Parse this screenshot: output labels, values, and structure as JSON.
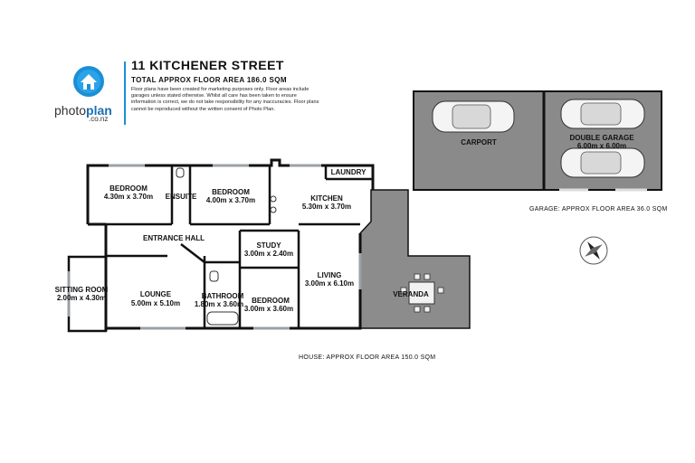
{
  "brand": {
    "name_part1": "photo",
    "name_part2": "plan",
    "domain": ".co.nz",
    "accent": "#1b8fd6"
  },
  "header": {
    "address": "11 KITCHENER STREET",
    "total_area": "TOTAL APPROX FLOOR AREA 186.0 SQM",
    "disclaimer": "Floor plans have been created for marketing purposes only. Floor areas include garages unless stated otherwise. Whilst all care has been taken to ensure information is correct, we do not take responsibility for any inaccuracies. Floor plans cannot be reproduced without the written consent of Photo Plan."
  },
  "rooms": {
    "bedroom1": {
      "name": "BEDROOM",
      "dims": "4.30m  x 3.70m"
    },
    "ensuite": {
      "name": "ENSUITE"
    },
    "bedroom2": {
      "name": "BEDROOM",
      "dims": "4.00m  x 3.70m"
    },
    "laundry": {
      "name": "LAUNDRY"
    },
    "kitchen": {
      "name": "KITCHEN",
      "dims": "5.30m  x 3.70m"
    },
    "entrance": {
      "name": "ENTRANCE HALL"
    },
    "study": {
      "name": "STUDY",
      "dims": "3.00m  x 2.40m"
    },
    "living": {
      "name": "LIVING",
      "dims": "3.00m  x 6.10m"
    },
    "sitting": {
      "name": "SITTING ROOM",
      "dims": "2.00m  x 4.30m"
    },
    "lounge": {
      "name": "LOUNGE",
      "dims": "5.00m  x 5.10m"
    },
    "bathroom": {
      "name": "BATHROOM",
      "dims": "1.80m  x 3.60m"
    },
    "bedroom3": {
      "name": "BEDROOM",
      "dims": "3.00m  x 3.60m"
    },
    "veranda": {
      "name": "VERANDA"
    },
    "carport": {
      "name": "CARPORT"
    },
    "double_garage": {
      "name": "DOUBLE GARAGE",
      "dims": "6.00m  x 6.00m"
    }
  },
  "areas": {
    "garage": "GARAGE: APPROX FLOOR AREA 36.0 SQM",
    "house": "HOUSE: APPROX FLOOR AREA 150.0 SQM"
  },
  "colors": {
    "wall": "#111111",
    "veranda": "#8c8c8c",
    "garage": "#8a8a8a",
    "window": "#9aa0a6"
  }
}
